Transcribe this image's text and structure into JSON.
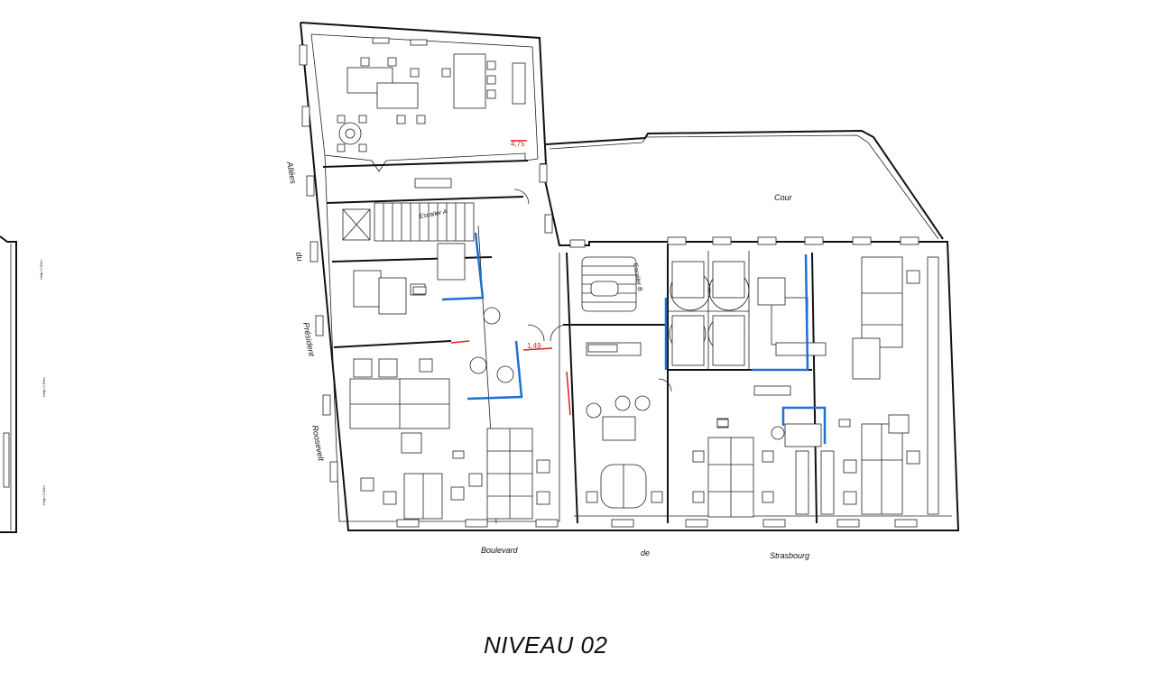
{
  "plan": {
    "title": "NIVEAU 02",
    "labels": {
      "cour": "Cour",
      "allees": "Allées",
      "du": "du",
      "president": "Président",
      "roosevelt": "Roosevelt",
      "boulevard": "Boulevard",
      "de": "de",
      "strasbourg": "Strasbourg",
      "escalier_a": "Escalier A",
      "escalier_b": "Escalier B"
    },
    "dimensions": [
      "4,75",
      "1,49"
    ],
    "colors": {
      "blue_lines": "#1f6fd1",
      "red_lines": "#e02020",
      "walls": "#111111"
    }
  }
}
